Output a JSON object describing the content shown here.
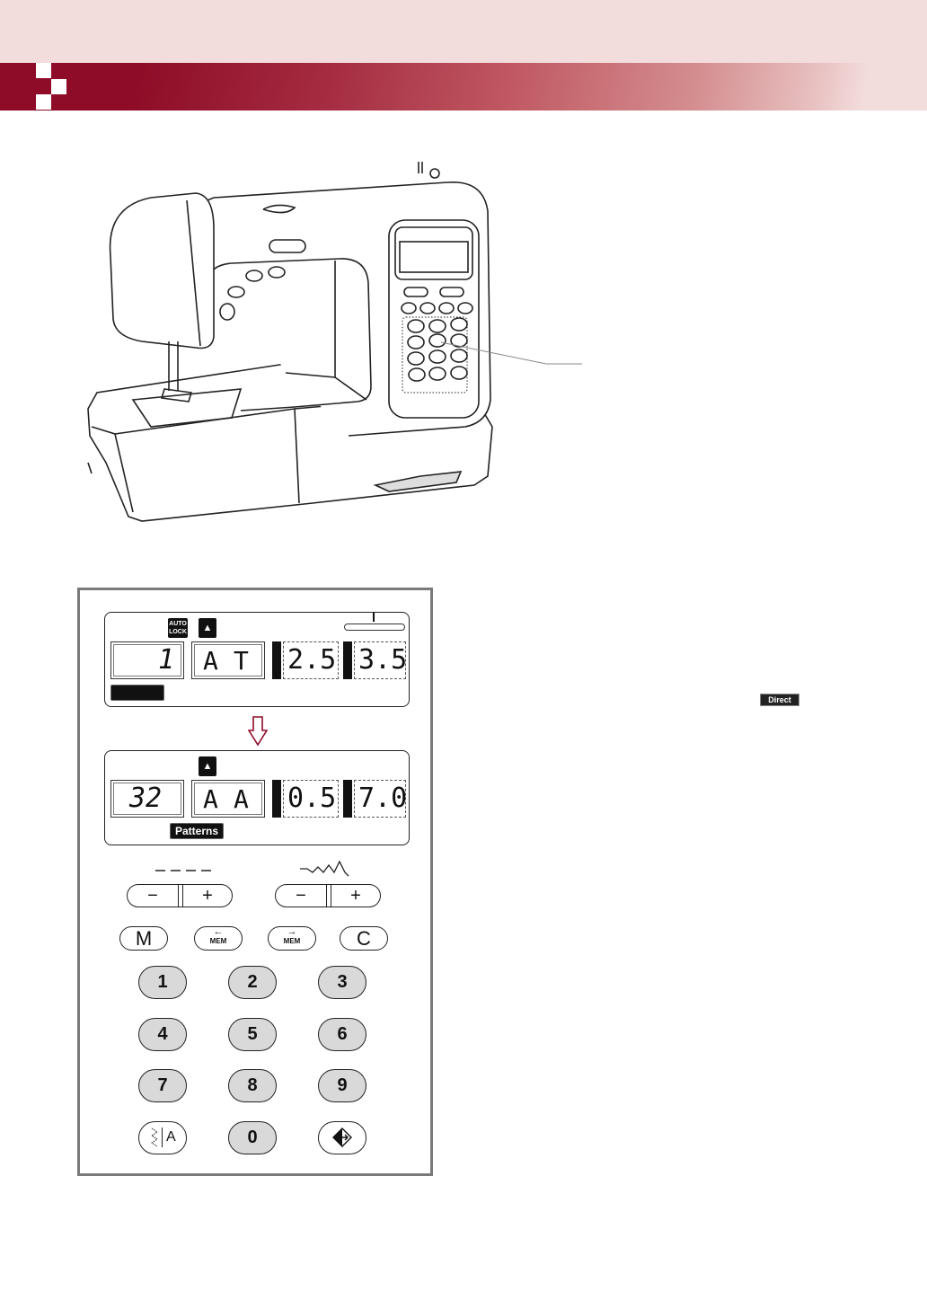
{
  "header": {
    "band_color_start": "#8e0c27",
    "band_color_end": "#f3dcdc",
    "logo": "checker-squares-icon"
  },
  "illustration": {
    "subject": "computerized sewing machine",
    "callout_target": "numeric keypad"
  },
  "inline_badge": {
    "label": "Direct"
  },
  "display_before": {
    "indicators": {
      "auto_lock": [
        "AUTO",
        "LOCK"
      ],
      "needle_icon": "needle-up-icon"
    },
    "pattern_number": "1",
    "foot_code": [
      "A",
      "T"
    ],
    "stitch_length": "2.5",
    "stitch_width": "3.5",
    "mode_badge": ""
  },
  "transition_arrow": "down-arrow-icon",
  "display_after": {
    "indicators": {
      "needle_icon": "needle-up-icon"
    },
    "pattern_number": "32",
    "foot_code": [
      "A",
      "A"
    ],
    "stitch_length": "0.5",
    "stitch_width": "7.0",
    "mode_badge": "Patterns"
  },
  "controls": {
    "length_adjust": {
      "minus": "−",
      "plus": "+"
    },
    "width_adjust": {
      "minus": "−",
      "plus": "+"
    },
    "memory_buttons": [
      {
        "label": "M"
      },
      {
        "label": "MEM",
        "arrow": "←"
      },
      {
        "label": "MEM",
        "arrow": "→"
      },
      {
        "label": "C"
      }
    ],
    "keypad": [
      "1",
      "2",
      "3",
      "4",
      "5",
      "6",
      "7",
      "8",
      "9",
      "",
      "0",
      ""
    ],
    "mode_button_label": "A",
    "enter_button": "direction-diamond-icon"
  }
}
